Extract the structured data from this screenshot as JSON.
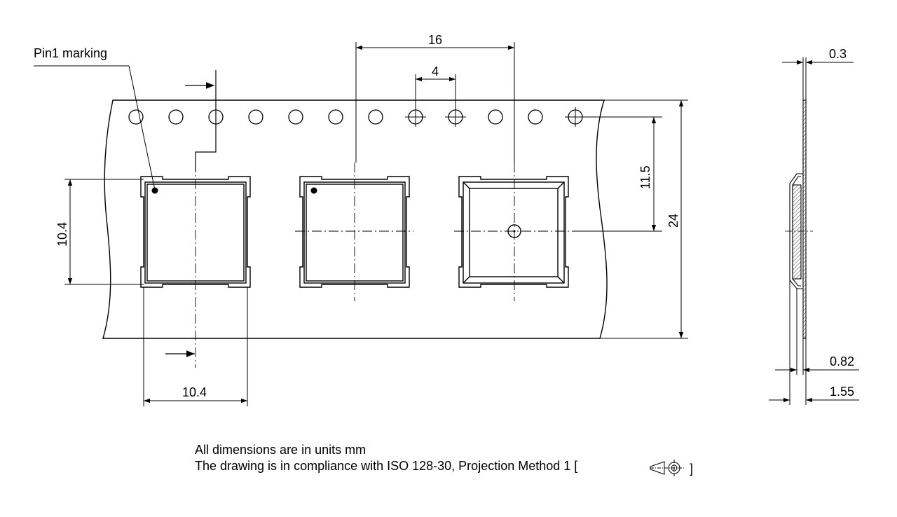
{
  "diagram": {
    "pin1_label": "Pin1 marking",
    "dim_pitch_pockets": "16",
    "dim_pitch_holes": "4",
    "dim_tape_width": "24",
    "dim_hole_to_center": "11.5",
    "dim_pocket_height": "10.4",
    "dim_pocket_width": "10.4",
    "dim_cover_thickness": "0.3",
    "dim_tape_thickness": "0.82",
    "dim_pocket_depth": "1.55"
  },
  "notes": {
    "line1": "All dimensions are in units mm",
    "line2": "The drawing is in compliance with ISO 128-30, Projection Method 1 ["
  },
  "closing_bracket": "]"
}
